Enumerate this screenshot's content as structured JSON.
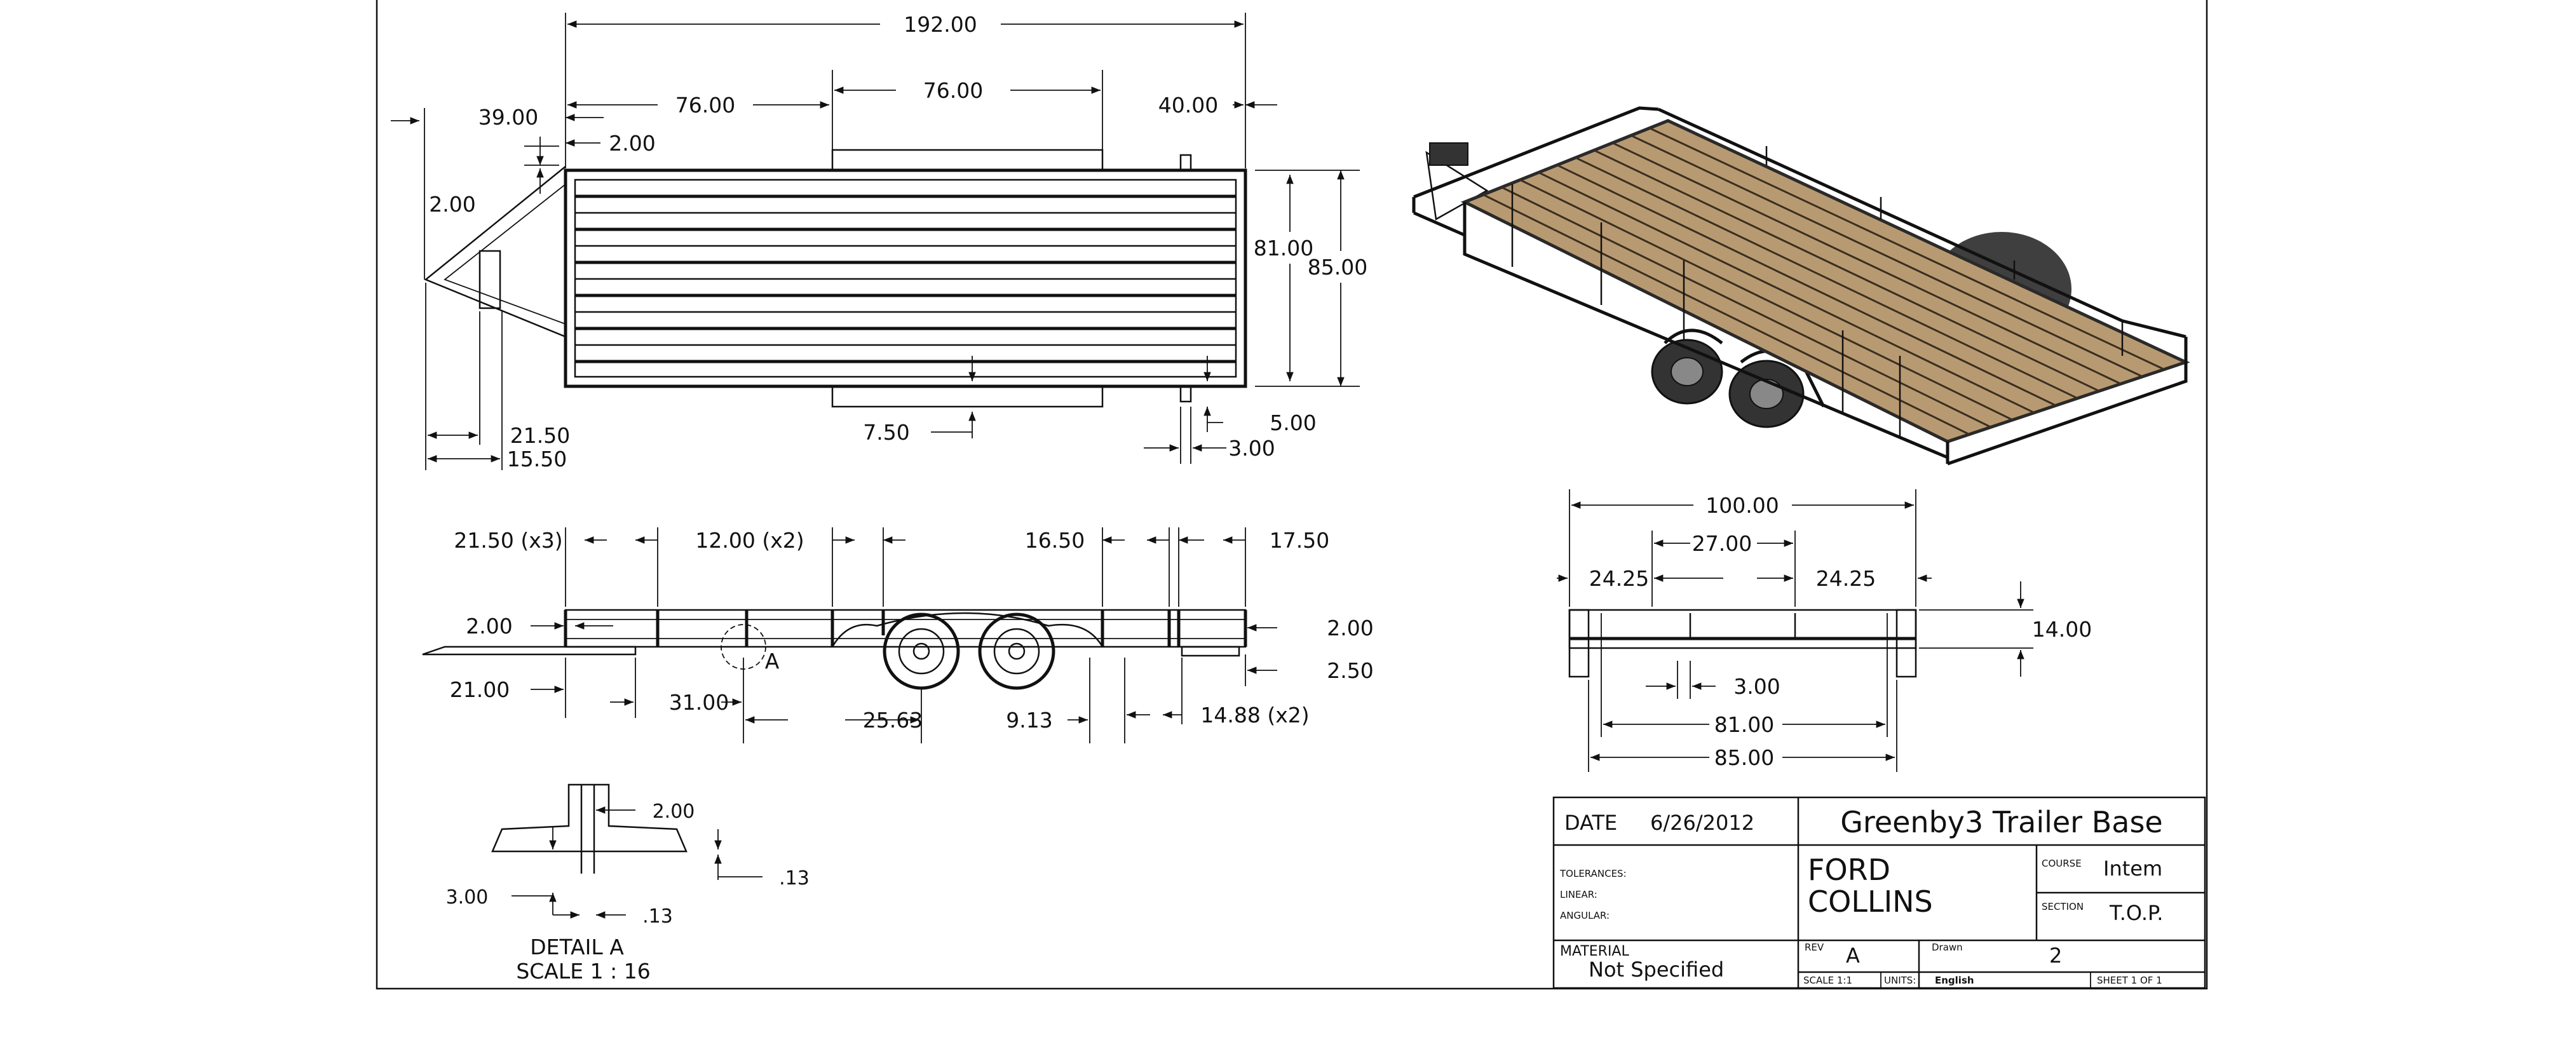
{
  "top_view": {
    "dims": {
      "overall_length": "192.00",
      "tongue_len": "76.00",
      "fender_span": "76.00",
      "rear_offset": "40.00",
      "hitch_offset": "39.00",
      "small_gap": "2.00",
      "tongue_width": "2.00",
      "deck_width": "81.00",
      "overall_width": "85.00",
      "tongue_a": "21.50",
      "tongue_b": "15.50",
      "crossmember": "7.50",
      "rear_a": "5.00",
      "rear_b": "3.00"
    }
  },
  "side_view": {
    "dims": {
      "stake_spacing": "21.50 (x3)",
      "stake_spacing_2": "12.00 (x2)",
      "rear_spacing": "16.50",
      "rear_end": "17.50",
      "rail_height": "2.00",
      "rail_right": "2.00",
      "rail_bottom": "2.50",
      "tongue_front": "21.00",
      "axle_front": "31.00",
      "axle_spacing": "25.63",
      "rear_offset": "9.13",
      "rear_step": "14.88 (x2)",
      "detail_callout": "A"
    }
  },
  "end_view": {
    "dims": {
      "overall": "100.00",
      "center": "27.00",
      "left": "24.25",
      "right": "24.25",
      "height": "14.00",
      "post": "3.00",
      "inner": "81.00",
      "outer": "85.00"
    }
  },
  "detail": {
    "top_dim": "2.00",
    "right_dim": ".13",
    "left_dim": "3.00",
    "bottom_dim": ".13",
    "title": "DETAIL A",
    "scale": "SCALE 1 : 16"
  },
  "title_block": {
    "date_label": "DATE",
    "date_value": "6/26/2012",
    "title": "Greenby3 Trailer Base",
    "tolerances_label": "TOLERANCES:",
    "linear_label": "LINEAR:",
    "angular_label": "ANGULAR:",
    "company_line1": "FORD",
    "company_line2": "COLLINS",
    "course_label": "COURSE",
    "course_value": "Intem",
    "section_label": "SECTION",
    "section_value": "T.O.P.",
    "material_label": "MATERIAL",
    "material_value": "Not Specified",
    "rev_label": "REV",
    "rev_value": "A",
    "drawn_label": "Drawn",
    "drawn_value": "2",
    "scale_label": "SCALE 1:1",
    "units_label": "UNITS:",
    "units_value": "English",
    "sheet_label": "SHEET 1 OF 1"
  },
  "colors": {
    "line": "#111111",
    "deck_wood": "#b89a72",
    "frame_dark": "#2a2a2a",
    "background": "#ffffff"
  }
}
